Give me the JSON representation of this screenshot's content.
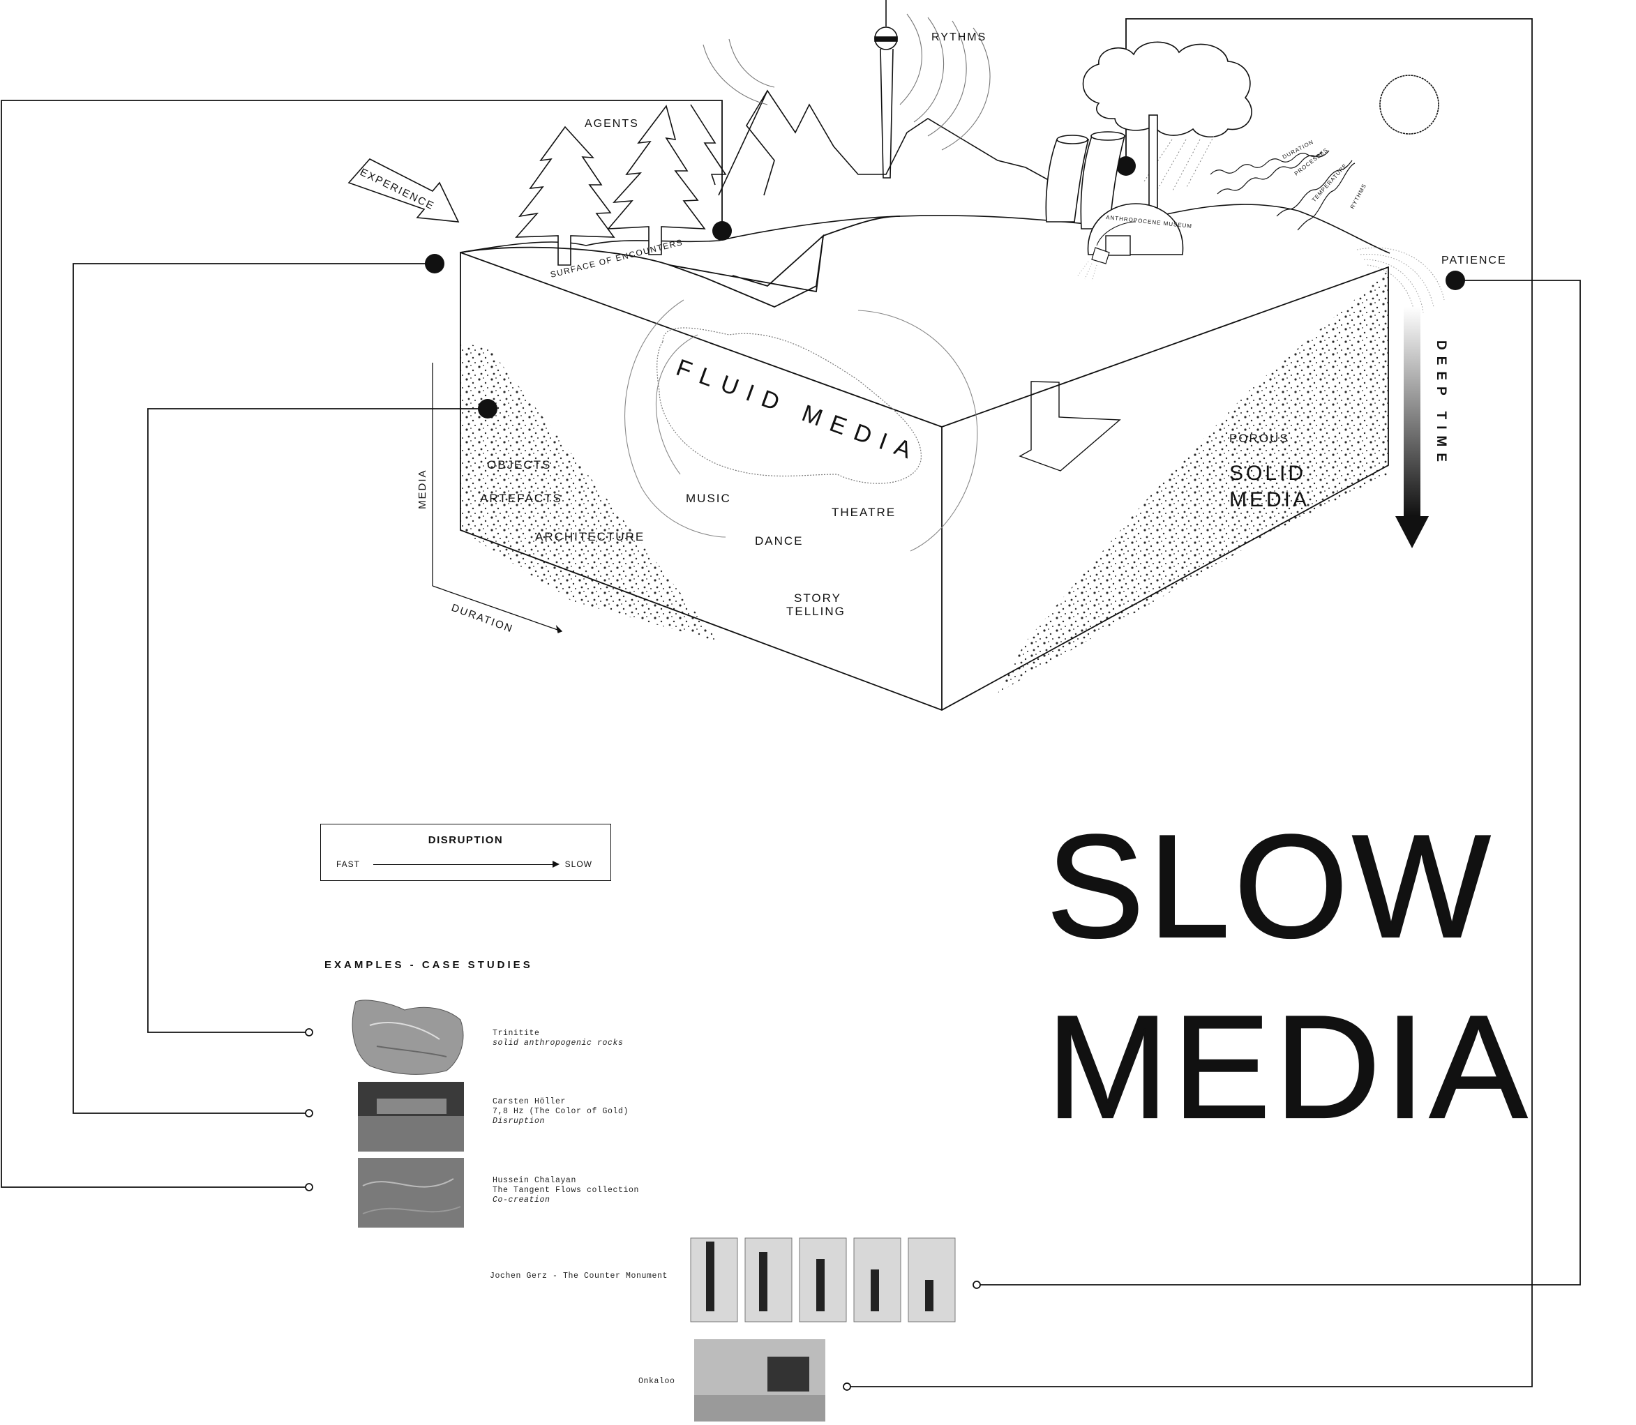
{
  "diagram": {
    "top_labels": {
      "rythms": "RYTHMS",
      "agents": "AGENTS",
      "experience": "EXPERIENCE",
      "surface": "SURFACE OF ENCOUNTERS",
      "patience": "PATIENCE",
      "museum": "ANTHROPOCENE MUSEUM",
      "duration_wave": "DURATION",
      "processes_wave": "PROCESSES",
      "temperature_wave": "TEMPERATURE",
      "rythms_wave": "RYTHMS"
    },
    "block_labels": {
      "fluid_media": "FLUID MEDIA",
      "objects": "OBJECTS",
      "artefacts": "ARTEFACTS",
      "architecture": "ARCHITECTURE",
      "music": "MUSIC",
      "dance": "DANCE",
      "theatre": "THEATRE",
      "story_1": "STORY",
      "story_2": "TELLING",
      "porous": "POROUS",
      "solid_1": "SOLID",
      "solid_2": "MEDIA",
      "deep_time": "DEEP TIME",
      "axis_media": "MEDIA",
      "axis_duration": "DURATION"
    }
  },
  "disruption": {
    "title": "DISRUPTION",
    "left": "FAST",
    "right": "SLOW"
  },
  "headline": {
    "line1": "SLOW",
    "line2": "MEDIA"
  },
  "examples": {
    "title": "EXAMPLES - CASE STUDIES",
    "items": [
      {
        "name": "Trinitite",
        "detail": "",
        "note": "solid anthropogenic rocks"
      },
      {
        "name": "Carsten Höller",
        "detail": "7,8 Hz (The Color of Gold)",
        "note": "Disruption"
      },
      {
        "name": "Hussein Chalayan",
        "detail": "The Tangent Flows collection",
        "note": "Co-creation"
      }
    ],
    "counter_monument": "Jochen Gerz - The Counter Monument",
    "onkaloo": "Onkaloo"
  }
}
